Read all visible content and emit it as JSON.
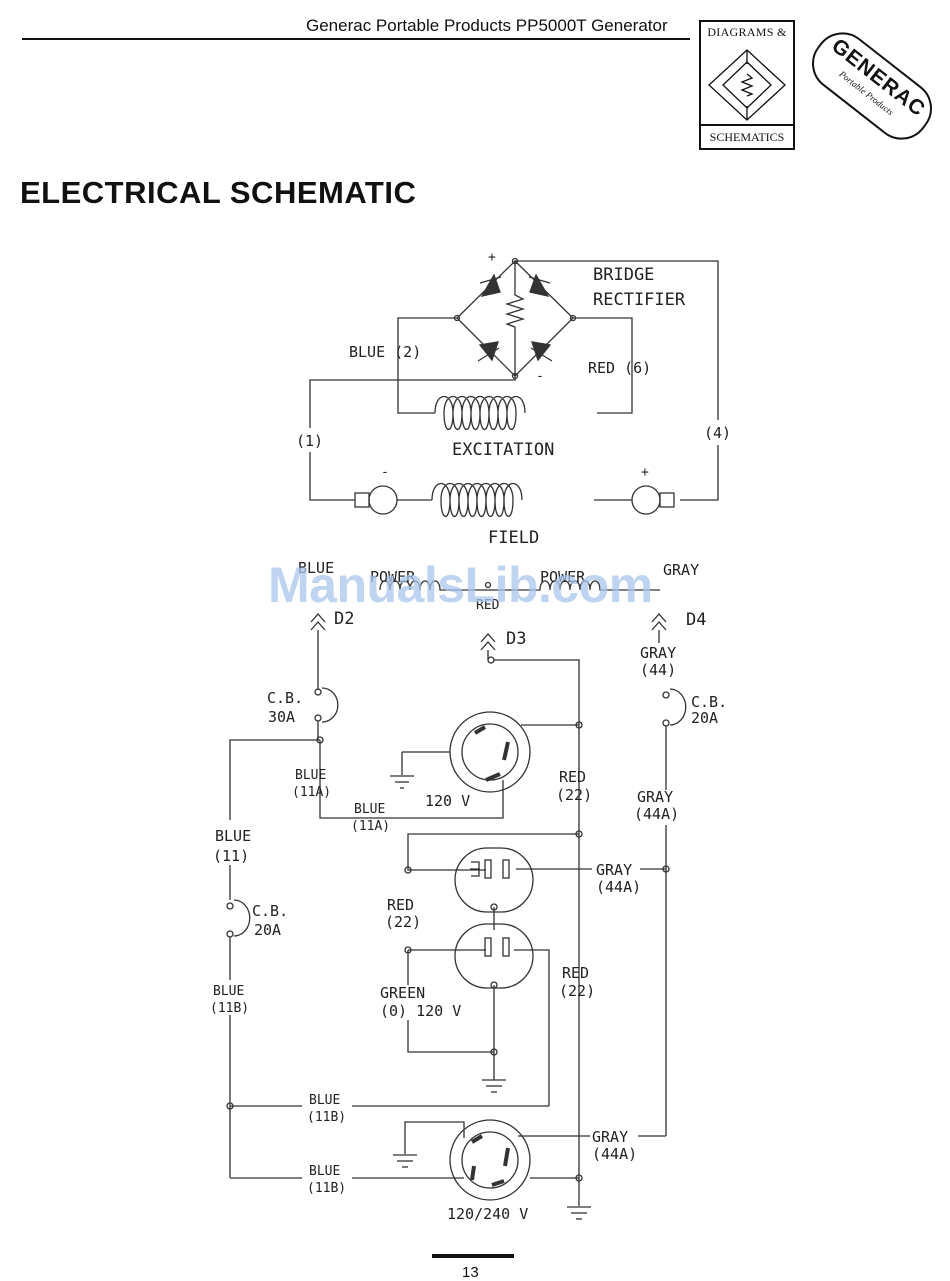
{
  "header": {
    "title": "Generac Portable Products PP5000T Generator",
    "logo_top": "DIAGRAMS &",
    "logo_bottom": "SCHEMATICS",
    "badge_brand": "GENERAC",
    "badge_sub": "Portable Products"
  },
  "page": {
    "heading": "ELECTRICAL SCHEMATIC",
    "page_number": "13",
    "watermark": "ManualsLib.com"
  },
  "schematic": {
    "bridge_plus": "+",
    "bridge_minus": "-",
    "bridge_line1": "BRIDGE",
    "bridge_line2": "RECTIFIER",
    "blue2": "BLUE (2)",
    "red6": "RED (6)",
    "excitation": "EXCITATION",
    "w1": "(1)",
    "w4": "(4)",
    "field_minus": "-",
    "field_plus": "+",
    "field": "FIELD",
    "blue_top": "BLUE",
    "power_l": "POWER",
    "power_r": "POWER",
    "red_top": "RED",
    "gray_top": "GRAY",
    "d2": "D2",
    "d3": "D3",
    "d4": "D4",
    "gray44_a": "GRAY",
    "gray44_b": "(44)",
    "cb30_a": "C.B.",
    "cb30_b": "30A",
    "cb20r_a": "C.B.",
    "cb20r_b": "20A",
    "blue11a1_a": "BLUE",
    "blue11a1_b": "(11A)",
    "v120_top": "120 V",
    "blue11a2_a": "BLUE",
    "blue11a2_b": "(11A)",
    "red22a_a": "RED",
    "red22a_b": "(22)",
    "gray44a1_a": "GRAY",
    "gray44a1_b": "(44A)",
    "blue11_a": "BLUE",
    "blue11_b": "(11)",
    "gray44a2_a": "GRAY",
    "gray44a2_b": "(44A)",
    "cb20l_a": "C.B.",
    "cb20l_b": "20A",
    "red22b_a": "RED",
    "red22b_b": "(22)",
    "red22c_a": "RED",
    "red22c_b": "(22)",
    "blue11b1_a": "BLUE",
    "blue11b1_b": "(11B)",
    "green_a": "GREEN",
    "green_b": "(0) 120 V",
    "blue11b2_a": "BLUE",
    "blue11b2_b": "(11B)",
    "gray44a3_a": "GRAY",
    "gray44a3_b": "(44A)",
    "blue11b3_a": "BLUE",
    "blue11b3_b": "(11B)",
    "v120240": "120/240 V"
  }
}
